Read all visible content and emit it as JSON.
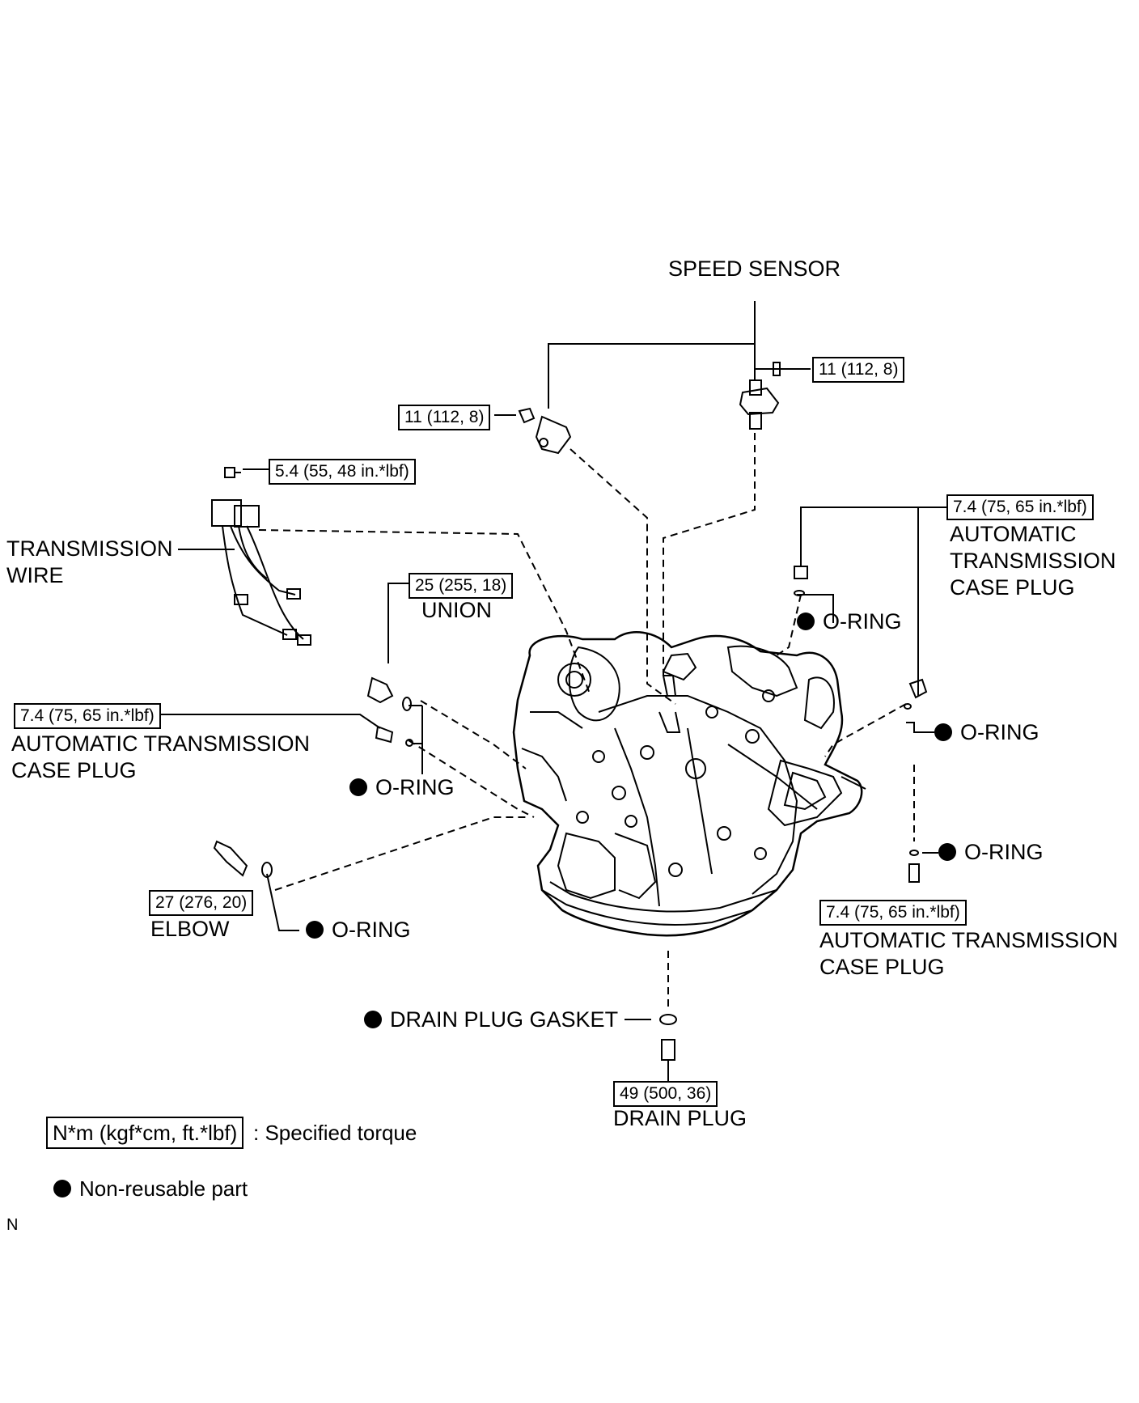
{
  "labels": {
    "speed_sensor": "SPEED SENSOR",
    "transmission_wire_1": "TRANSMISSION",
    "transmission_wire_2": "WIRE",
    "union": "UNION",
    "atcp_right_1": "AUTOMATIC",
    "atcp_right_2": "TRANSMISSION",
    "atcp_right_3": "CASE PLUG",
    "oring_top_right": "O-RING",
    "oring_right_mid": "O-RING",
    "atcp_left_1": "AUTOMATIC TRANSMISSION",
    "atcp_left_2": "CASE PLUG",
    "oring_left": "O-RING",
    "oring_right_low": "O-RING",
    "elbow": "ELBOW",
    "oring_elbow": "O-RING",
    "atcp_bottom_1": "AUTOMATIC TRANSMISSION",
    "atcp_bottom_2": "CASE PLUG",
    "drain_gasket": "DRAIN PLUG GASKET",
    "drain_plug": "DRAIN PLUG"
  },
  "torques": {
    "speed_sensor_left": "11 (112, 8)",
    "speed_sensor_right": "11 (112, 8)",
    "wire": "5.4 (55, 48 in.*lbf)",
    "union": "25 (255, 18)",
    "atcp_right": "7.4 (75, 65 in.*lbf)",
    "atcp_left": "7.4 (75, 65 in.*lbf)",
    "elbow": "27 (276, 20)",
    "atcp_bottom": "7.4 (75, 65 in.*lbf)",
    "drain_plug": "49 (500, 36)"
  },
  "legend": {
    "torque_unit": "N*m (kgf*cm, ft.*lbf)",
    "torque_desc": ": Specified torque",
    "nonreusable_desc": "Non-reusable part"
  },
  "corner_mark": "N"
}
